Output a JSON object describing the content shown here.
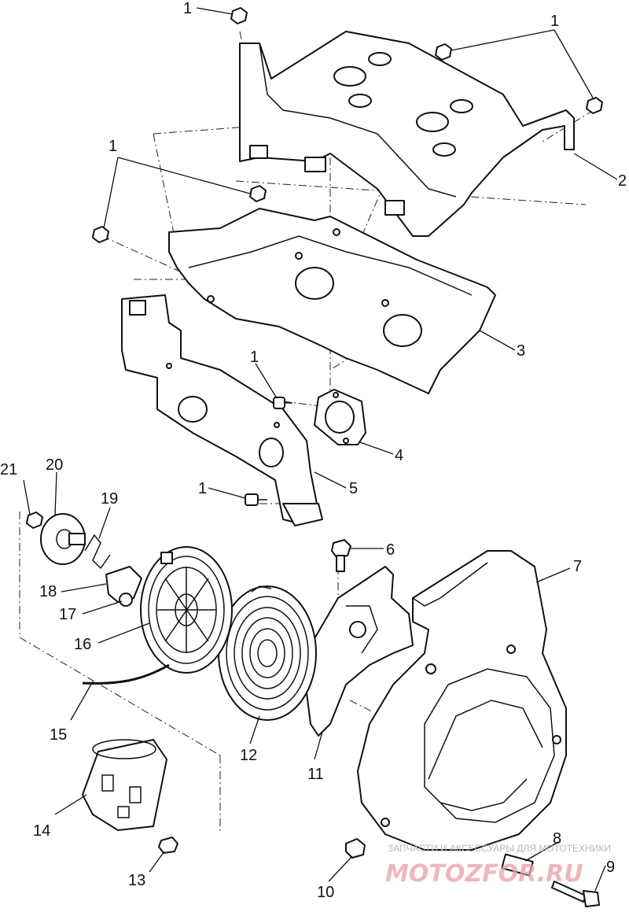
{
  "callouts": {
    "c1a": "1",
    "c1b": "1",
    "c1c": "1",
    "c1d": "1",
    "c1e": "1",
    "c2": "2",
    "c3": "3",
    "c4": "4",
    "c5": "5",
    "c6": "6",
    "c7": "7",
    "c8": "8",
    "c9": "9",
    "c10": "10",
    "c11": "11",
    "c12": "12",
    "c13": "13",
    "c14": "14",
    "c15": "15",
    "c16": "16",
    "c17": "17",
    "c18": "18",
    "c19": "19",
    "c20": "20",
    "c21": "21"
  },
  "watermark": {
    "caption": "ЗАПЧАСТИ И АКСЕССУАРЫ ДЛЯ МОТОТЕХНИКИ",
    "logo": "MOTOZFOR.RU"
  }
}
